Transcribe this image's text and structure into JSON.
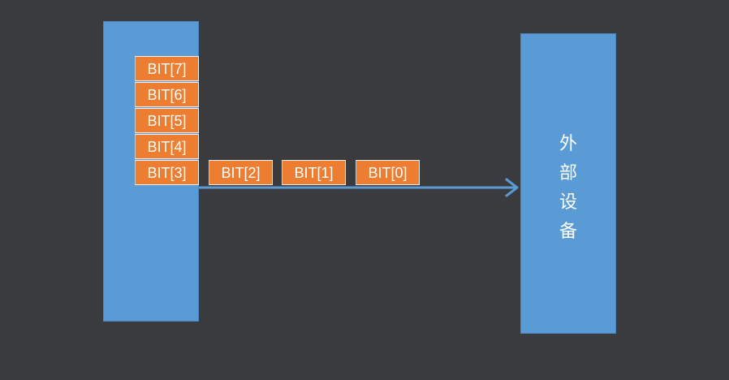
{
  "external_device": {
    "label_chars": [
      "外",
      "部",
      "设",
      "备"
    ]
  },
  "register_bits": [
    {
      "label": "BIT[7]"
    },
    {
      "label": "BIT[6]"
    },
    {
      "label": "BIT[5]"
    },
    {
      "label": "BIT[4]"
    },
    {
      "label": "BIT[3]"
    }
  ],
  "shifted_bits": [
    {
      "label": "BIT[2]"
    },
    {
      "label": "BIT[1]"
    },
    {
      "label": "BIT[0]"
    }
  ],
  "colors": {
    "background": "#3a3b3f",
    "block": "#5b9bd5",
    "bit": "#ed7d31",
    "arrow": "#5b9bd5",
    "text": "#ffffff"
  }
}
